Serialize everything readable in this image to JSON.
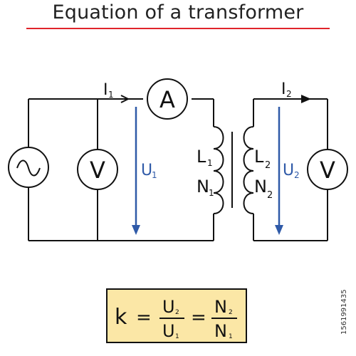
{
  "title": "Equation of a transformer",
  "colors": {
    "rule": "#e0242b",
    "wire": "#111111",
    "arrow": "#2f5aa8",
    "formula_bg": "#fbe7a6"
  },
  "labels": {
    "ammeter": "A",
    "voltmeter": "V",
    "current_primary": "I",
    "current_primary_sub": "1",
    "current_secondary": "I",
    "current_secondary_sub": "2",
    "voltage_primary": "U",
    "voltage_primary_sub": "1",
    "voltage_secondary": "U",
    "voltage_secondary_sub": "2",
    "inductance_primary": "L",
    "inductance_primary_sub": "1",
    "turns_primary": "N",
    "turns_primary_sub": "1",
    "inductance_secondary": "L",
    "inductance_secondary_sub": "2",
    "turns_secondary": "N",
    "turns_secondary_sub": "2"
  },
  "formula": {
    "lhs": "k",
    "eq": "=",
    "u_num": "U",
    "u_num_sub": "2",
    "u_den": "U",
    "u_den_sub": "1",
    "n_num": "N",
    "n_num_sub": "2",
    "n_den": "N",
    "n_den_sub": "1"
  },
  "watermark": "1561991435",
  "icons": {
    "ac_source": "sine-wave-icon"
  }
}
